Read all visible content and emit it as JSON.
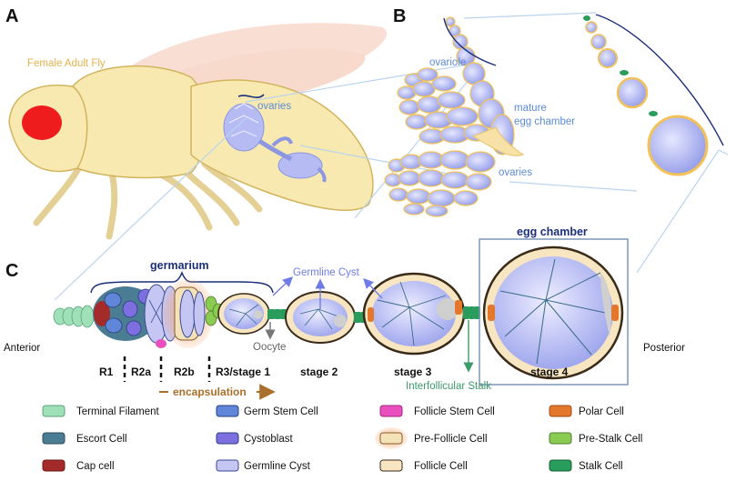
{
  "panels": {
    "a": "A",
    "b": "B",
    "c": "C"
  },
  "panel_a": {
    "fly_label": "Female Adult Fly",
    "ovaries_label": "ovaries"
  },
  "panel_b": {
    "ovariole_label": "ovariole",
    "mature_label_1": "mature",
    "mature_label_2": "egg chamber",
    "ovaries_label": "ovaries"
  },
  "panel_c": {
    "germarium_label": "germarium",
    "egg_chamber_label": "egg chamber",
    "germline_cyst_label": "Germline Cyst",
    "oocyte_label": "Oocyte",
    "interfollicular_label": "Interfollicular Stalk",
    "anterior_label": "Anterior",
    "posterior_label": "Posterior",
    "regions": [
      "R1",
      "R2a",
      "R2b",
      "R3/stage 1",
      "stage 2",
      "stage 3",
      "stage 4"
    ],
    "encapsulation_label": "encapsulation"
  },
  "colors": {
    "terminal_filament": "#9fe0b8",
    "escort_cell": "#4a7c93",
    "cap_cell": "#a52a2a",
    "germ_stem_cell": "#5f86d8",
    "cystoblast": "#7d6fe0",
    "germline_cyst": "#c6c6f5",
    "follicle_stem_cell": "#ea4fbf",
    "pre_follicle_cell": "#f4e2b8",
    "follicle_cell": "#f8e6c2",
    "polar_cell": "#e3772c",
    "pre_stalk_cell": "#8ccb52",
    "stalk_cell": "#2a9d5c",
    "fly_body": "#f8e9b0",
    "nucleus": "#cfcfcf",
    "navy": "#1c2f7a",
    "arrow_blue": "#6f7ce6",
    "arrow_green": "#3d9a6a",
    "arrow_brown": "#a8702a"
  },
  "legend": {
    "items": [
      {
        "label": "Terminal Filament",
        "swatch": "terminal-filament"
      },
      {
        "label": "Escort Cell",
        "swatch": "escort-cell"
      },
      {
        "label": "Cap cell",
        "swatch": "cap-cell"
      },
      {
        "label": "Germ Stem Cell",
        "swatch": "germ-stem-cell"
      },
      {
        "label": "Cystoblast",
        "swatch": "cystoblast"
      },
      {
        "label": "Germline Cyst",
        "swatch": "germline-cyst"
      },
      {
        "label": "Follicle Stem Cell",
        "swatch": "follicle-stem-cell"
      },
      {
        "label": "Pre-Follicle Cell",
        "swatch": "pre-follicle-cell"
      },
      {
        "label": "Follicle Cell",
        "swatch": "follicle-cell"
      },
      {
        "label": "Polar Cell",
        "swatch": "polar-cell"
      },
      {
        "label": "Pre-Stalk Cell",
        "swatch": "pre-stalk-cell"
      },
      {
        "label": "Stalk Cell",
        "swatch": "stalk-cell"
      }
    ]
  }
}
